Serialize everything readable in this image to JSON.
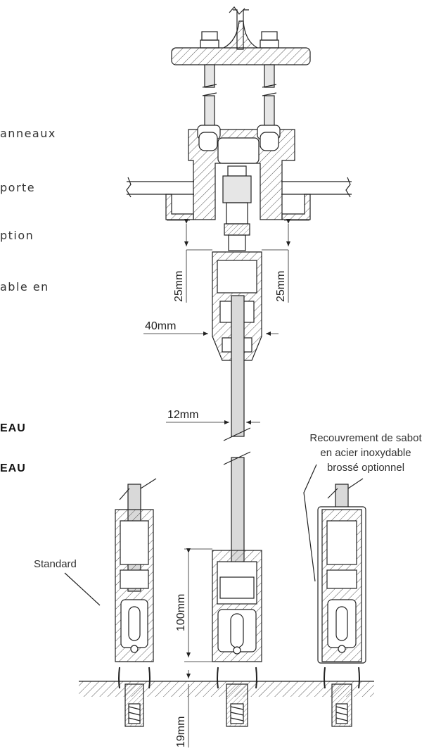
{
  "side_text": {
    "line_1": "anneaux",
    "line_2": "porte",
    "line_3": "ption",
    "line_4": "able en",
    "bold_1": "EAU",
    "bold_2": "EAU"
  },
  "dimensions": {
    "top_left_gap": "25mm",
    "top_right_gap": "25mm",
    "profile_width": "40mm",
    "panel_thickness": "12mm",
    "shoe_height": "100mm",
    "floor_depth": "19mm"
  },
  "labels": {
    "standard": "Standard",
    "cover_line_1": "Recouvrement de sabot",
    "cover_line_2": "en acier inoxydable",
    "cover_line_3": "brossé optionnel"
  },
  "colors": {
    "line": "#222222",
    "hatch": "#555555",
    "panel_fill": "#d9d9d9",
    "background": "#ffffff"
  }
}
